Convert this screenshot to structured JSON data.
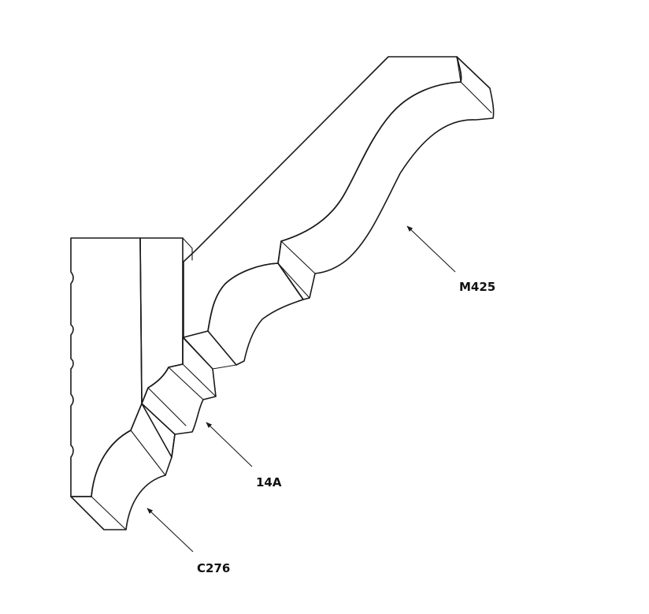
{
  "diagram": {
    "colors": {
      "profile_fill": "#dcdcdc",
      "line": "#1a1a1a",
      "background": "#ffffff"
    },
    "callouts": [
      {
        "id": "m425",
        "label": "M425"
      },
      {
        "id": "14a",
        "label": "14A"
      },
      {
        "id": "c276",
        "label": "C276"
      }
    ]
  }
}
